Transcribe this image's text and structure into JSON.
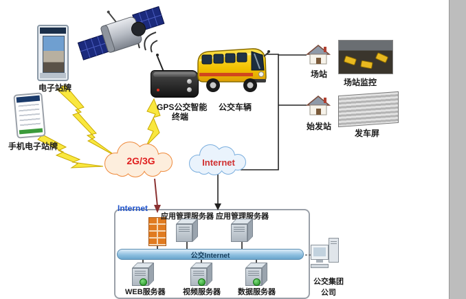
{
  "nodes": {
    "electronic_stop": "电子站牌",
    "mobile_stop": "手机电子站牌",
    "gps_line1": "GPS公交智能",
    "gps_line2": "终端",
    "bus": "公交车辆",
    "station": "场站",
    "station_monitor": "场站监控",
    "origin_station": "始发站",
    "departure_screen": "发车屏",
    "cloud_2g3g": "2G/3G",
    "cloud_internet": "Internet",
    "box_internet": "Internet",
    "app_server1": "应用管理服务器",
    "app_server2": "应用管理服务器",
    "backbone": "公交Internet",
    "web_server": "WEB服务器",
    "video_server": "视频服务器",
    "data_server": "数据服务器",
    "company_line1": "公交集团",
    "company_line2": "公司"
  },
  "colors": {
    "lightning": "#f9e73e",
    "cloud_2g3g_outline": "#ef8a3c",
    "cloud_internet_outline": "#7aaede",
    "cloud_label_red": "#e02020",
    "internet_label_blue": "#2255cc",
    "bus_yellow": "#ffd83a",
    "firewall_orange": "#e07b20"
  }
}
